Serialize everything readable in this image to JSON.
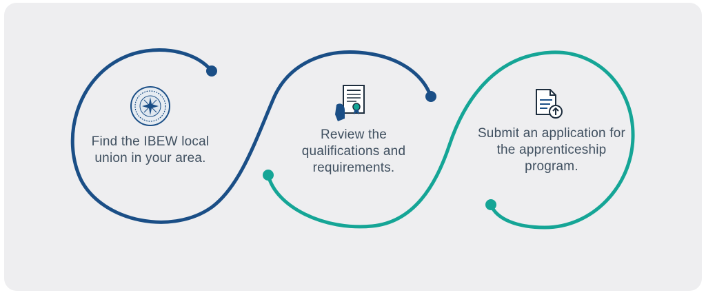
{
  "colors": {
    "background": "#eeeef0",
    "navy": "#1a4e86",
    "teal": "#15a596",
    "text": "#3f4f5f"
  },
  "steps": [
    {
      "text": "Find the IBEW local union in your area.",
      "icon": "ibew-seal-icon",
      "color": "navy"
    },
    {
      "text": "Review the qualifications and requirements.",
      "icon": "certificate-hand-icon",
      "color": "navy"
    },
    {
      "text": "Submit an application for the apprenticeship program.",
      "icon": "document-upload-icon",
      "color": "teal"
    }
  ]
}
